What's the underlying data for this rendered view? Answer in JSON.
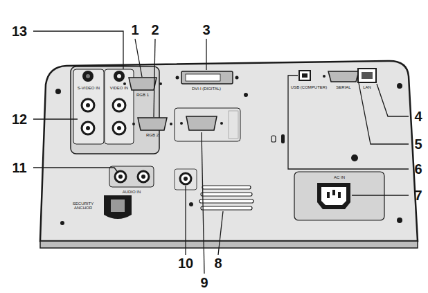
{
  "diagram": {
    "labels": [
      "1",
      "2",
      "3",
      "4",
      "5",
      "6",
      "7",
      "8",
      "9",
      "10",
      "11",
      "12",
      "13",
      "S-VIDEO IN",
      "VIDEO IN",
      "RGB 1",
      "DVI-I (DIGITAL)",
      "RGB 2",
      "AUDIO IN",
      "USB (COMPUTER)",
      "SERIAL",
      "LAN",
      "AC IN",
      "SECURITY ANCHOR"
    ]
  }
}
